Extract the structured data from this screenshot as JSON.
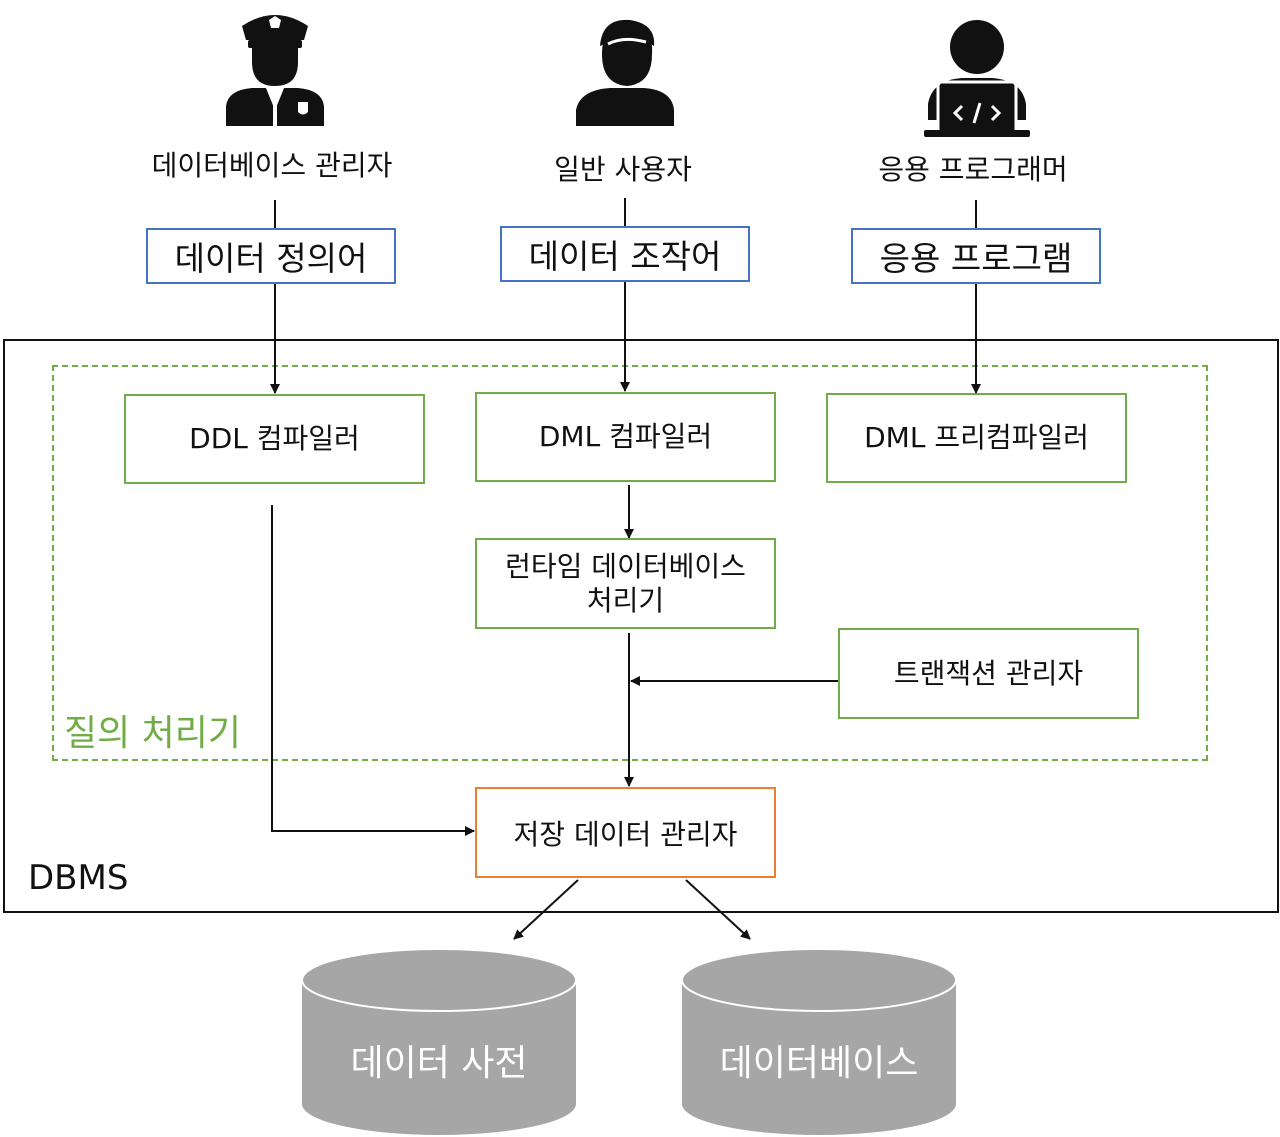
{
  "actors": {
    "dba": {
      "label": "데이터베이스 관리자",
      "icon": "police-officer-icon"
    },
    "user": {
      "label": "일반 사용자",
      "icon": "person-icon"
    },
    "programmer": {
      "label": "응용 프로그래머",
      "icon": "programmer-laptop-icon"
    }
  },
  "languages": {
    "ddl": "데이터 정의어",
    "dml": "데이터 조작어",
    "app": "응용 프로그램"
  },
  "dbms": {
    "label": "DBMS",
    "query_processor": {
      "label": "질의 처리기",
      "ddl_compiler": "DDL 컴파일러",
      "dml_compiler": "DML 컴파일러",
      "dml_precompiler": "DML 프리컴파일러",
      "runtime_processor_line1": "런타임 데이터베이스",
      "runtime_processor_line2": "처리기",
      "transaction_manager": "트랜잭션 관리자"
    },
    "storage_manager": "저장 데이터 관리자"
  },
  "storage": {
    "data_dictionary": "데이터 사전",
    "database": "데이터베이스"
  },
  "colors": {
    "language_border": "#4472c4",
    "query_processor": "#70ad47",
    "storage_manager_border": "#ed7d31",
    "cylinder_fill": "#a6a6a6"
  }
}
